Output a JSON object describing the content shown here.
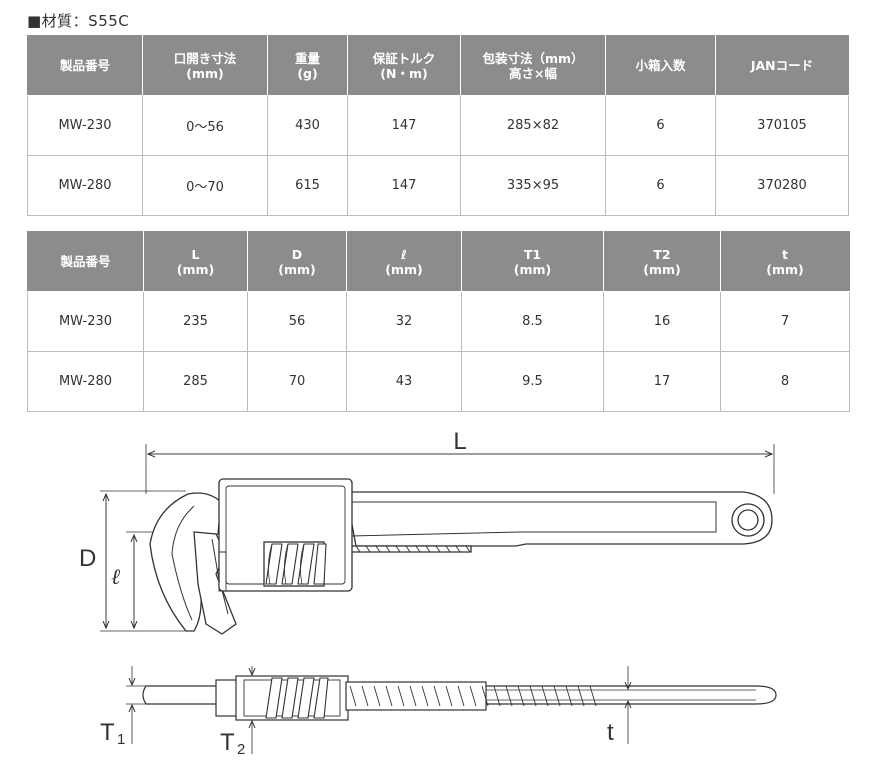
{
  "material": "■材質：S55C",
  "table1": {
    "headers": [
      {
        "l1": "製品番号",
        "l2": ""
      },
      {
        "l1": "口開き寸法",
        "l2": "(mm)"
      },
      {
        "l1": "重量",
        "l2": "(g)"
      },
      {
        "l1": "保証トルク",
        "l2": "(N・m)"
      },
      {
        "l1": "包装寸法（mm）",
        "l2": "高さ×幅"
      },
      {
        "l1": "小箱入数",
        "l2": ""
      },
      {
        "l1": "JANコード",
        "l2": ""
      }
    ],
    "rows": [
      [
        "MW-230",
        "0〜56",
        "430",
        "147",
        "285×82",
        "6",
        "370105"
      ],
      [
        "MW-280",
        "0〜70",
        "615",
        "147",
        "335×95",
        "6",
        "370280"
      ]
    ]
  },
  "table2": {
    "headers": [
      {
        "l1": "製品番号",
        "l2": ""
      },
      {
        "l1": "L",
        "l2": "(mm)"
      },
      {
        "l1": "D",
        "l2": "(mm)"
      },
      {
        "l1": "ℓ",
        "l2": "(mm)"
      },
      {
        "l1": "T1",
        "l2": "(mm)"
      },
      {
        "l1": "T2",
        "l2": "(mm)"
      },
      {
        "l1": "t",
        "l2": "(mm)"
      }
    ],
    "rows": [
      [
        "MW-230",
        "235",
        "56",
        "32",
        "8.5",
        "16",
        "7"
      ],
      [
        "MW-280",
        "285",
        "70",
        "43",
        "9.5",
        "17",
        "8"
      ]
    ]
  },
  "diagram": {
    "label_L": "L",
    "label_D": "D",
    "label_l": "ℓ",
    "label_T1": "T",
    "label_T1_sub": "1",
    "label_T2": "T",
    "label_T2_sub": "2",
    "label_t": "t"
  }
}
